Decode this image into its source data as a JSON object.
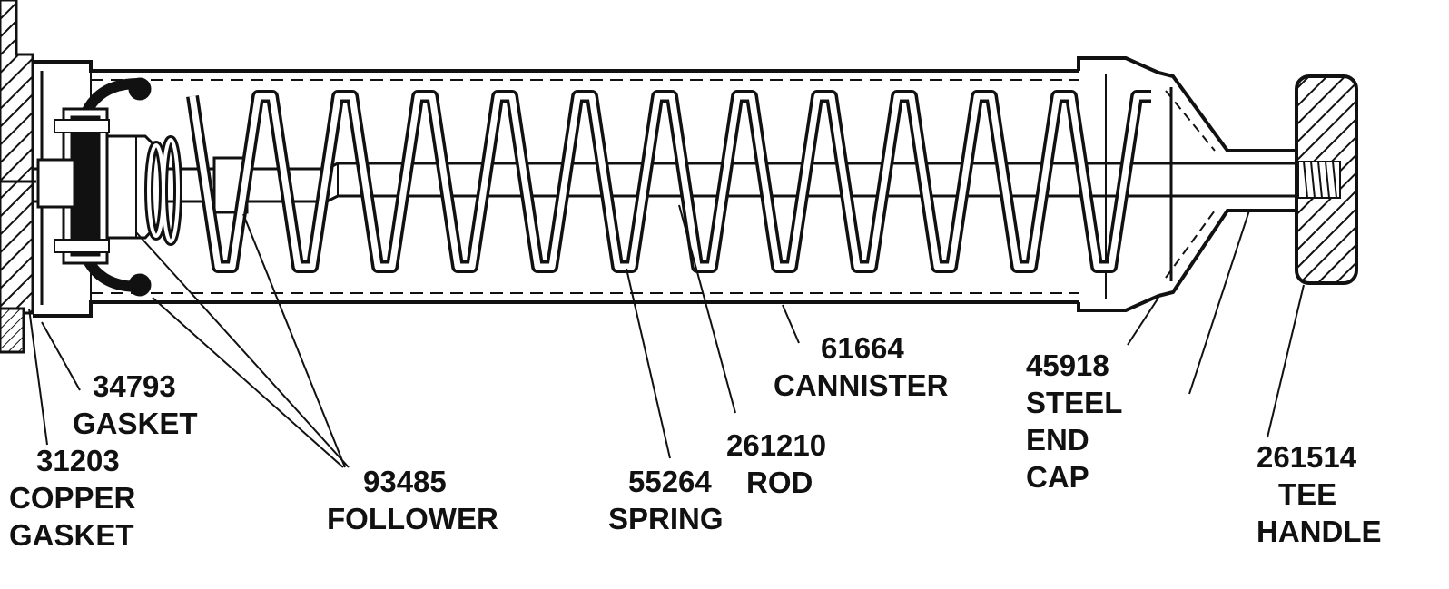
{
  "colors": {
    "ink": "#111111",
    "paper": "#ffffff"
  },
  "callouts": {
    "copper_gasket": {
      "part": "31203",
      "line1": "COPPER",
      "line2": "GASKET"
    },
    "gasket": {
      "part": "34793",
      "line1": "GASKET"
    },
    "follower": {
      "part": "93485",
      "line1": "FOLLOWER"
    },
    "spring": {
      "part": "55264",
      "line1": "SPRING"
    },
    "rod": {
      "part": "261210",
      "line1": "ROD"
    },
    "cannister": {
      "part": "61664",
      "line1": "CANNISTER"
    },
    "end_cap": {
      "part": "45918",
      "line1": "STEEL",
      "line2": "END",
      "line3": "CAP"
    },
    "tee_handle": {
      "part": "261514",
      "line1": "TEE",
      "line2": "HANDLE"
    }
  }
}
